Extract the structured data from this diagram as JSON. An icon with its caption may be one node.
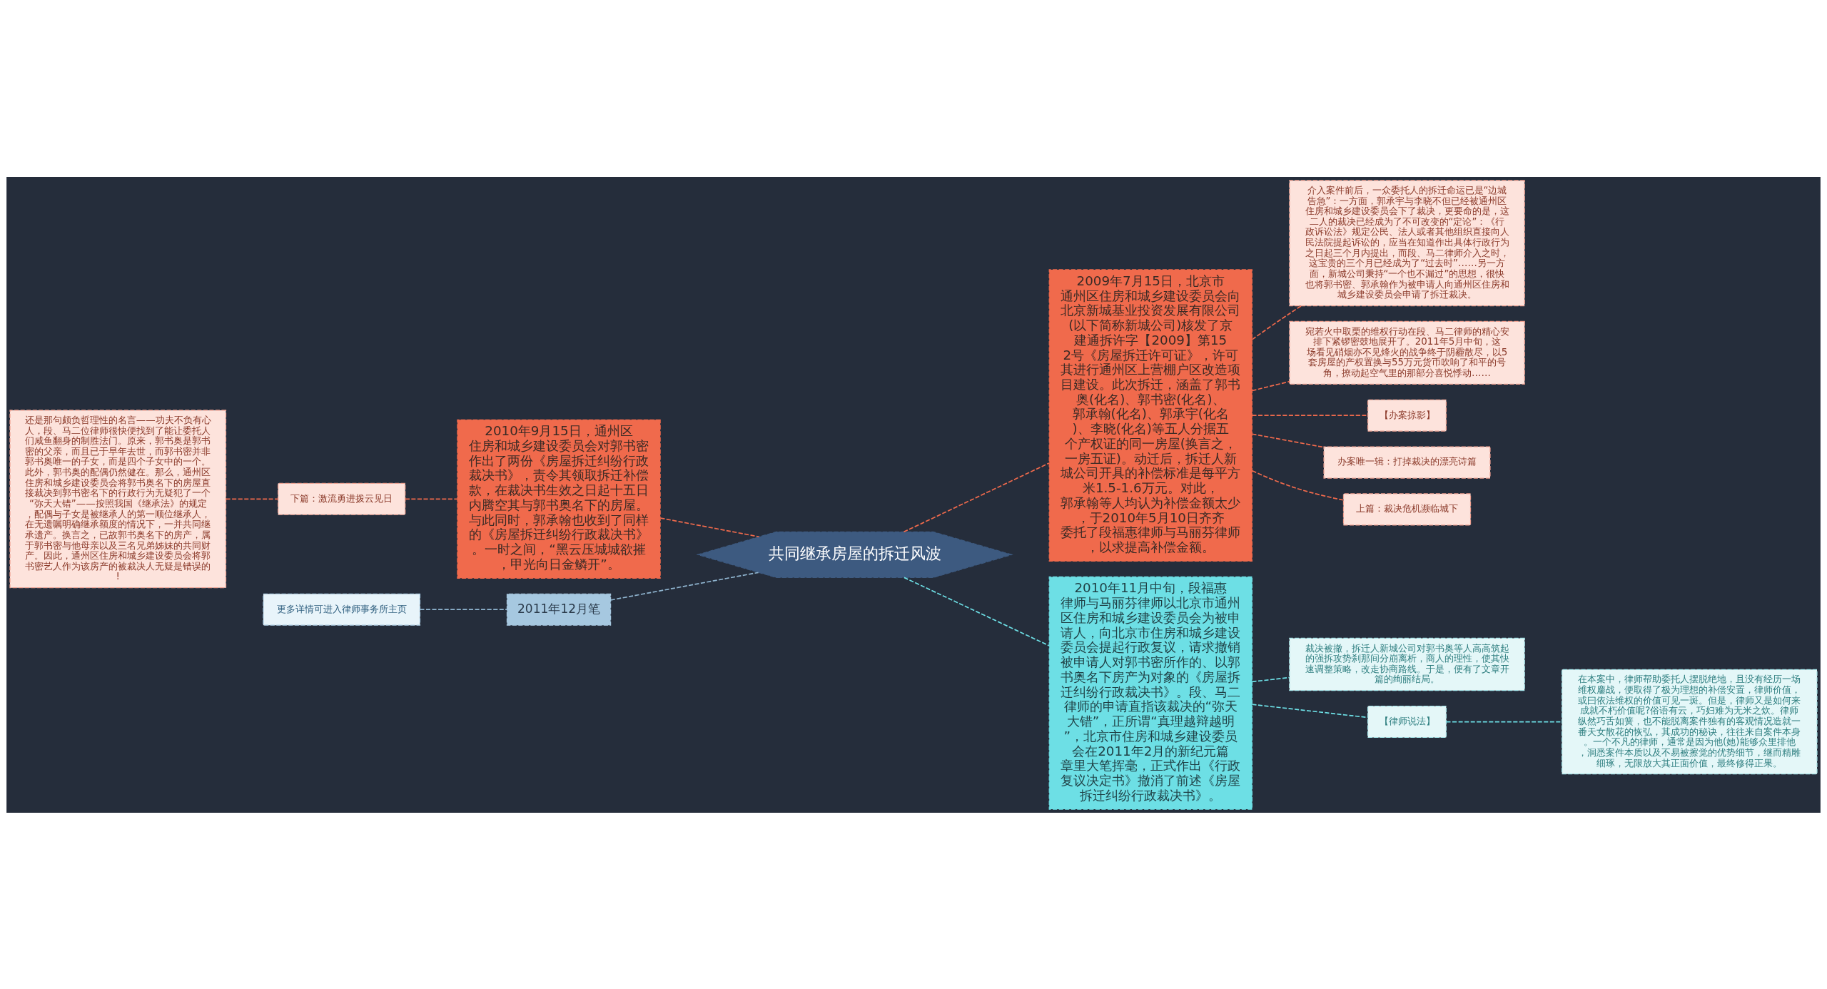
{
  "diagram": {
    "nodes": [
      {
        "text": [
          "共同继承房屋的拆迁风波"
        ]
      },
      {
        "text": [
          "2010年9月15日，通州区住房和城乡建设委员会对郭书密作出了两份《房屋拆迁纠纷行政裁决书》，责令其领取拆迁补偿款，在裁决书生效之日起十五日内腾空其与郭书奥名下的房屋。与此同时，郭承翰也收到了同样的《房屋拆迁纠纷行政裁决书》。一时之间，“黑云压城城欲摧，甲光向日金鳞开”。"
        ]
      },
      {
        "text": [
          "下篇：激流勇进拨云见日"
        ]
      },
      {
        "text": [
          "还是那句颇负哲理性的名言——功夫不负有心人，段、马二位律师很快便找到了能让委托人们咸鱼翻身的制胜法门。原来，郭书奥是郭书密的父亲，而且已于早年去世，而郭书密并非郭书奥唯一的子女，而是四个子女中的一个。此外，郭书奥的配偶仍然健在。那么，通州区住房和城乡建设委员会将郭书奥名下的房屋直接裁决到郭书密名下的行政行为无疑犯了一个“弥天大错”——按照我国《继承法》的规定，配偶与子女是被继承人的第一顺位继承人，在无遗嘱明确继承额度的情况下，一并共同继承遗产。换言之，已故郭书奥名下的房产，属于郭书密与他母亲以及三名兄弟姊妹的共同财产。因此，通州区住房和城乡建设委员会将郭书密艺人作为该房产的被裁决人无疑是错误的!"
        ]
      },
      {
        "text": [
          "2011年12月笔"
        ]
      },
      {
        "text": [
          "更多详情可进入律师事务所主页"
        ]
      },
      {
        "text": [
          "2009年7月15日，北京市通州区住房和城乡建设委员会向北京新城基业投资发展有限公司(以下简称新城公司)核发了京建通拆许字【2009】第152号《房屋拆迁许可证》，许可其进行通州区上营棚户区改造项目建设。此次拆迁，涵盖了郭书奥(化名)、郭书密(化名)、郭承翰(化名)、郭承宇(化名)、李晓(化名)等五人分据五个产权证的同一房屋(换言之，一房五证)。动迁后，拆迁人新城公司开具的补偿标准是每平方米1.5-1.6万元。对此，郭承翰等人均认为补偿金额太少，于2010年5月10日齐齐委托了段福惠律师与马丽芬律师，以求提高补偿金额。"
        ]
      },
      {
        "text": [
          "介入案件前后，一众委托人的拆迁命运已是“边城告急”：一方面，郭承宇与李晓不但已经被通州区住房和城乡建设委员会下了裁决，更要命的是，这二人的裁决已经成为了不可改变的“定论”：《行政诉讼法》规定公民、法人或者其他组织直接向人民法院提起诉讼的，应当在知道作出具体行政行为之日起三个月内提出，而段、马二律师介入之时，这宝贵的三个月已经成为了“过去时”……另一方面，新城公司秉持“一个也不漏过”的思想，很快也将郭书密、郭承翰作为被申请人向通州区住房和城乡建设委员会申请了拆迁裁决。"
        ]
      },
      {
        "text": [
          "宛若火中取栗的维权行动在段、马二律师的精心安排下紧锣密鼓地展开了。2011年5月中旬，这场看见硝烟亦不见烽火的战争终于阴霾散尽，以5套房屋的产权置换与55万元货币吹响了和平的号角，撩动起空气里的那部分喜悦悸动……"
        ]
      },
      {
        "text": [
          "【办案掠影】"
        ]
      },
      {
        "text": [
          "办案唯一辑：打掉裁决的漂亮诗篇"
        ]
      },
      {
        "text": [
          "上篇：裁决危机濒临城下"
        ]
      },
      {
        "text": [
          "2010年11月中旬，段福惠律师与马丽芬律师以北京市通州区住房和城乡建设委员会为被申请人，向北京市住房和城乡建设委员会提起行政复议，请求撤销被申请人对郭书密所作的、以郭书奥名下房产为对象的《房屋拆迁纠纷行政裁决书》。段、马二律师的申请直指该裁决的“弥天大错”，正所谓“真理越辩越明”，北京市住房和城乡建设委员会在2011年2月的新纪元篇章里大笔挥毫，正式作出《行政复议决定书》撤消了前述《房屋拆迁纠纷行政裁决书》。"
        ]
      },
      {
        "text": [
          "裁决被撤，拆迁人新城公司对郭书奥等人高高筑起的强拆攻势刹那间分崩离析，商人的理性，使其快速调整策略，改走协商路线。于是，便有了文章开篇的绚丽结局。"
        ]
      },
      {
        "text": [
          "【律师说法】"
        ]
      },
      {
        "text": [
          "在本案中，律师帮助委托人摆脱绝地，且没有经历一场维权鏖战，便取得了极为理想的补偿安置，律师价值，或曰依法维权的价值可见一斑。但是，律师又是如何来成就不朽价值呢?俗语有云，巧妇难为无米之炊。律师纵然巧舌如簧，也不能脱离案件独有的客观情况造就一番天女散花的恢弘，其成功的秘诀，往往来自案件本身。一个不凡的律师，通常是因为他(她)能够众里排他，洞悉案件本质以及不易被擦觉的优势细节，继而精雕细琢，无限放大其正面价值，最终修得正果。"
        ]
      }
    ],
    "edges": [
      {
        "from": 0,
        "to": 1,
        "arrow": "none",
        "style": "dashed"
      },
      {
        "from": 1,
        "to": 2,
        "arrow": "none",
        "style": "dashed"
      },
      {
        "from": 2,
        "to": 3,
        "arrow": "none",
        "style": "dashed"
      },
      {
        "from": 0,
        "to": 4,
        "arrow": "none",
        "style": "dashed",
        "color": "#8fb4cf"
      },
      {
        "from": 4,
        "to": 5,
        "arrow": "none",
        "style": "dashed",
        "color": "#8fb4cf"
      },
      {
        "from": 0,
        "to": 6,
        "arrow": "none",
        "style": "dashed"
      },
      {
        "from": 6,
        "to": 7,
        "arrow": "none",
        "style": "dashed"
      },
      {
        "from": 6,
        "to": 8,
        "arrow": "none",
        "style": "dashed"
      },
      {
        "from": 6,
        "to": 9,
        "arrow": "none",
        "style": "dashed"
      },
      {
        "from": 6,
        "to": 10,
        "arrow": "none",
        "style": "dashed"
      },
      {
        "from": 6,
        "to": 11,
        "arrow": "none",
        "style": "dashed"
      },
      {
        "from": 0,
        "to": 12,
        "arrow": "none",
        "style": "dashed",
        "color": "#6ddfe5"
      },
      {
        "from": 12,
        "to": 13,
        "arrow": "none",
        "style": "dashed",
        "color": "#6ddfe5"
      },
      {
        "from": 12,
        "to": 14,
        "arrow": "none",
        "style": "dashed",
        "color": "#6ddfe5"
      },
      {
        "from": 14,
        "to": 15,
        "arrow": "none",
        "style": "dashed",
        "color": "#6ddfe5"
      }
    ]
  }
}
